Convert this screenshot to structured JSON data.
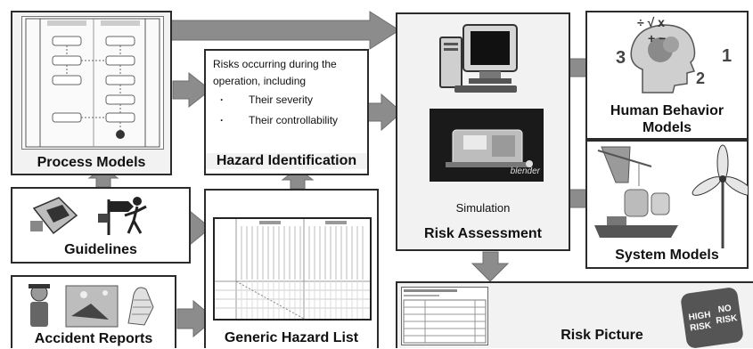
{
  "boxes": {
    "process_models": {
      "label": "Process Models"
    },
    "hazard_identification": {
      "label": "Hazard Identification",
      "intro": "Risks occurring during the operation, including",
      "bullets": [
        "Their severity",
        "Their controllability"
      ]
    },
    "risk_assessment": {
      "label": "Risk Assessment",
      "simulation_label": "Simulation",
      "engine_logo": "blender"
    },
    "human_behavior_models": {
      "label": "Human Behavior Models",
      "digits": [
        "3",
        "1",
        "2"
      ],
      "symbols": "÷ √ x + − ="
    },
    "system_models": {
      "label": "System Models"
    },
    "guidelines": {
      "label": "Guidelines"
    },
    "generic_hazard_list": {
      "label": "Generic Hazard List"
    },
    "accident_reports": {
      "label": "Accident Reports"
    },
    "risk_picture": {
      "label": "Risk Picture",
      "dice_text": [
        "HIGH",
        "RISK",
        "NO",
        "RISK"
      ]
    }
  },
  "colors": {
    "arrow": "#8c8c8c",
    "border": "#2b2b2b",
    "box_fill": "#f2f2f2"
  }
}
